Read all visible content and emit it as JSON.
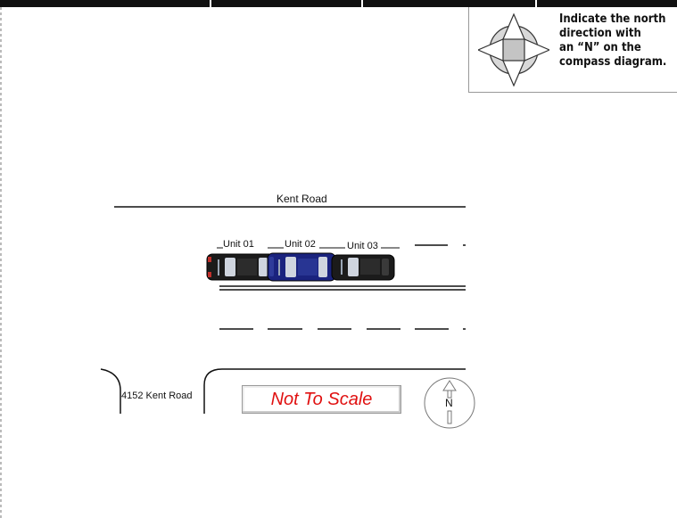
{
  "instruction": {
    "line1": "Indicate the north",
    "line2": "direction with",
    "line3": "an “N” on the",
    "line4": "compass diagram."
  },
  "road_name": "Kent Road",
  "address": "4152 Kent Road",
  "units": [
    "Unit 01",
    "Unit 02",
    "Unit 03"
  ],
  "scale_note": "Not To Scale",
  "north_label": "N",
  "colors": {
    "scale_text": "#e01010",
    "unit02": "#1a237e",
    "vehicle_dark": "#1b1b1b"
  }
}
